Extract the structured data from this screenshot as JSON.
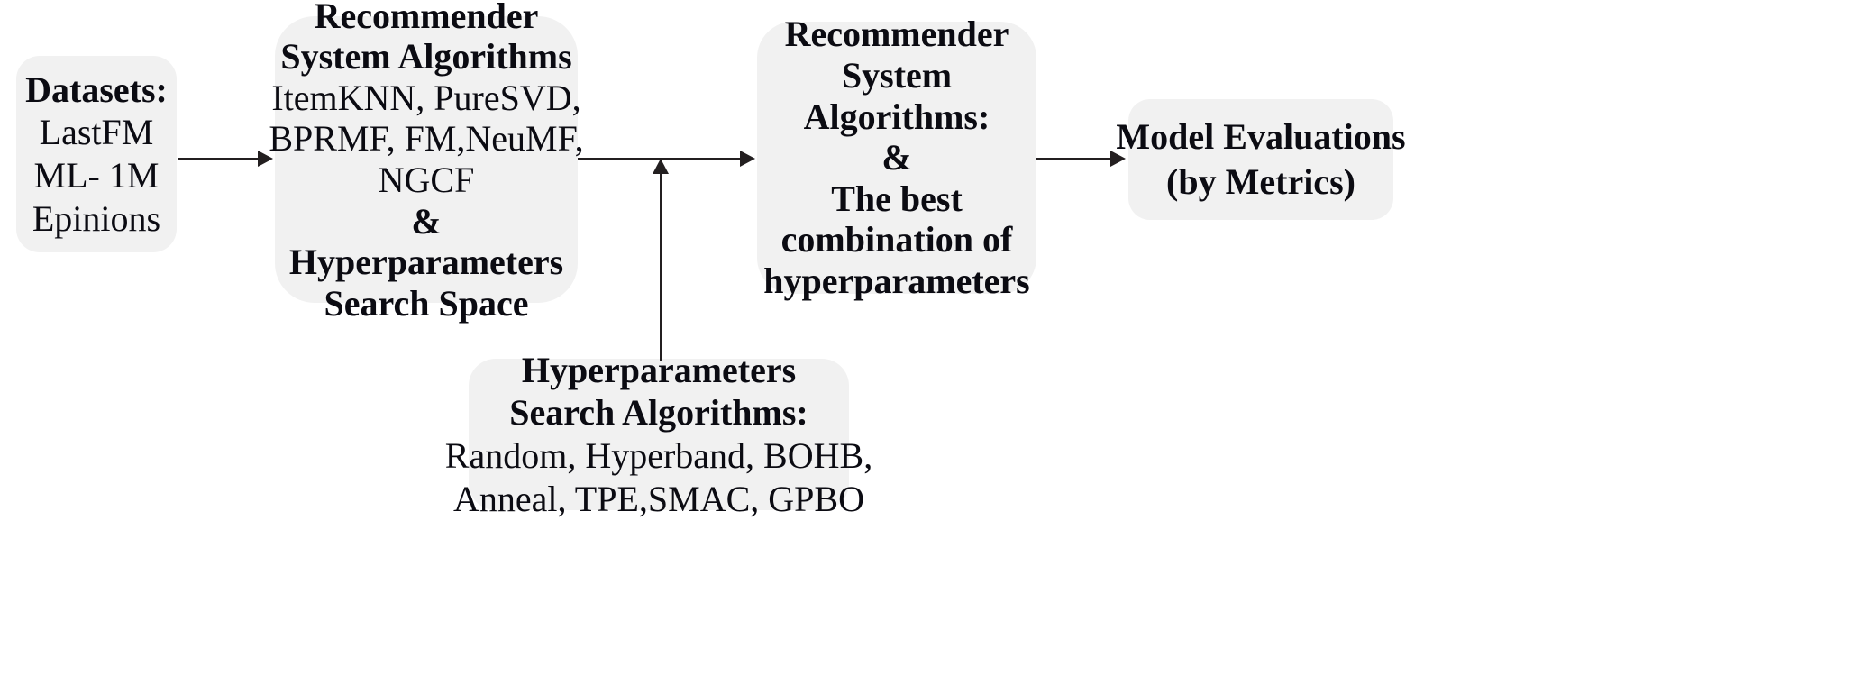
{
  "diagram": {
    "title": "Recommender system hyperparameter optimization pipeline",
    "background_color": "#ffffff",
    "node_fill_color": "#f1f1f1",
    "text_color": "#0b0b12",
    "connector_color": "#231f20"
  },
  "nodes": {
    "datasets": {
      "heading": "Datasets:",
      "lines": [
        "LastFM",
        "ML- 1M",
        "Epinions"
      ]
    },
    "rs_search_space": {
      "heading_line1": "Recommender",
      "heading_line2": "System Algorithms",
      "algorithms_line1": "ItemKNN, PureSVD,",
      "algorithms_line2": "BPRMF, FM,NeuMF,",
      "algorithms_line3": "NGCF",
      "ampersand": "&",
      "footer_line1": "Hyperparameters",
      "footer_line2": "Search Space"
    },
    "rs_best": {
      "heading_line1": "Recommender",
      "heading_line2": "System",
      "heading_line3": "Algorithms:",
      "ampersand": "&",
      "body_line1": "The best",
      "body_line2": "combination of",
      "body_line3": "hyperparameters"
    },
    "model_eval": {
      "line1": "Model Evaluations",
      "line2": "(by Metrics)"
    },
    "hp_search": {
      "heading_line1": "Hyperparameters",
      "heading_line2": "Search Algorithms:",
      "algorithms_line1": "Random, Hyperband, BOHB,",
      "algorithms_line2": "Anneal, TPE,SMAC, GPBO"
    }
  }
}
